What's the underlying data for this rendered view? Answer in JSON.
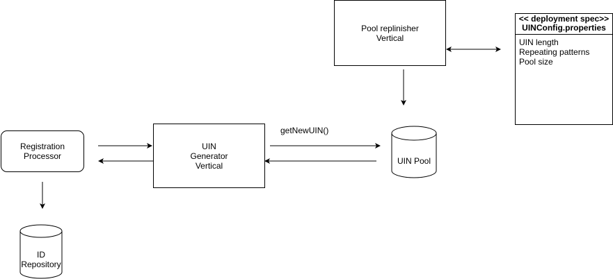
{
  "nodes": {
    "registration": {
      "lines": [
        "Registration",
        "Processor"
      ]
    },
    "uin_generator": {
      "lines": [
        "UIN",
        "Generator",
        "Vertical"
      ]
    },
    "pool_replinisher": {
      "lines": [
        "Pool replinisher",
        "Vertical"
      ]
    }
  },
  "databases": {
    "uin_pool": {
      "lines": [
        "UIN Pool"
      ]
    },
    "id_repository": {
      "lines": [
        "ID",
        "Repository"
      ]
    }
  },
  "spec": {
    "stereotype": "<< deployment spec>>",
    "title": "UINConfig.properties",
    "properties": [
      "UIN length",
      "Repeating patterns",
      "Pool size"
    ]
  },
  "edges": {
    "get_new_uin_label": "getNewUIN()"
  }
}
